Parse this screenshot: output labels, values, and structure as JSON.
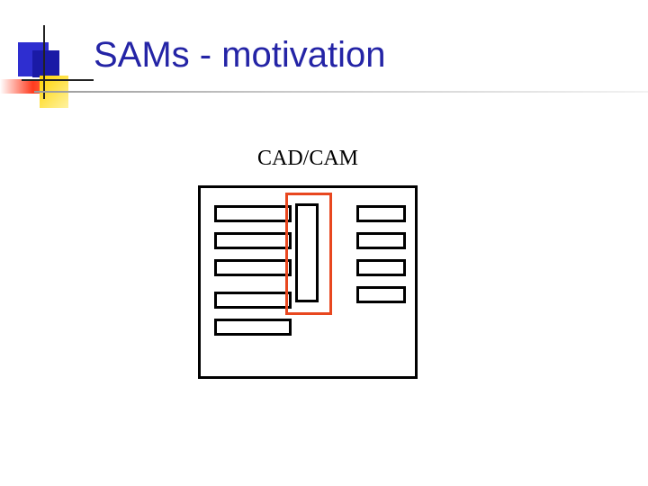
{
  "slide": {
    "title": "SAMs - motivation"
  },
  "diagram": {
    "label": "CAD/CAM",
    "accent_color": "#e8471f",
    "left_bar_count": 5,
    "right_bar_count": 4
  },
  "colors": {
    "title": "#2424a6",
    "outline": "#000000",
    "highlight": "#e8471f"
  }
}
